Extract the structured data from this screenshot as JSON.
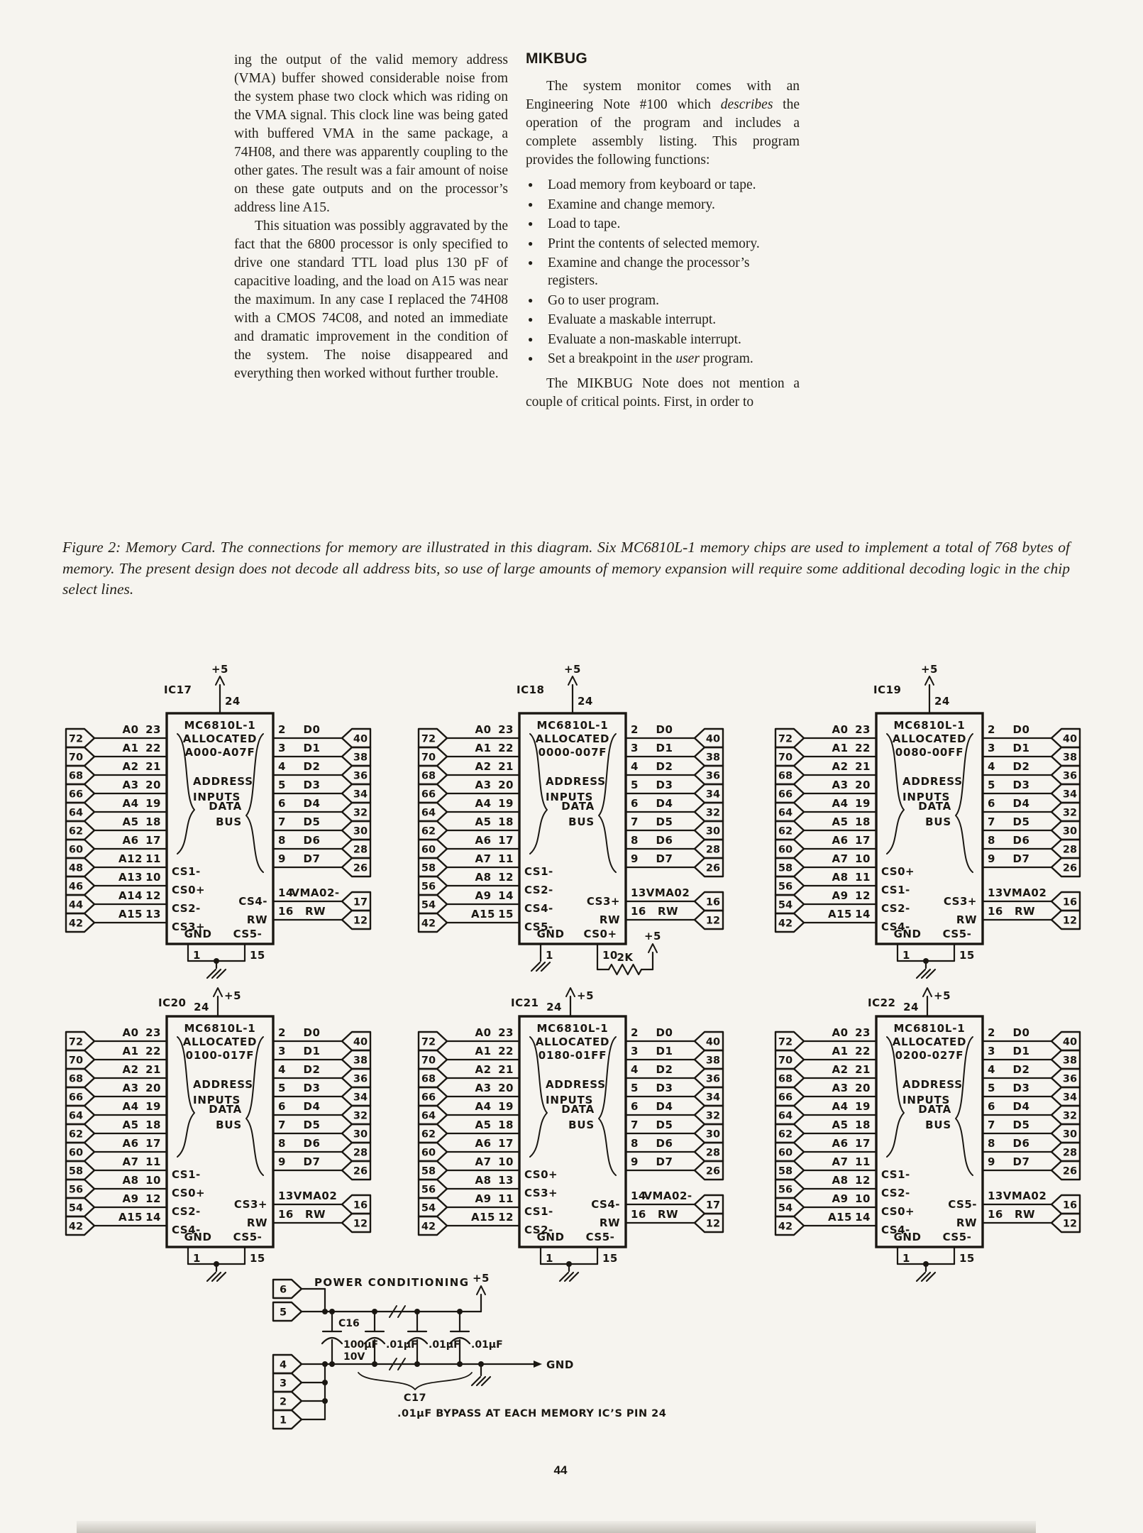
{
  "page": {
    "number": "44"
  },
  "article": {
    "left_column": {
      "para1": "ing the output of the valid memory address (VMA) buffer showed considerable noise from the system phase two clock which was riding on the VMA signal. This clock line was being gated with buffered VMA in the same package, a 74H08, and there was apparently coupling to the other gates. The result was a fair amount of noise on these gate outputs and on the processor’s address line A15.",
      "para2": "This situation was possibly aggravated by the fact that the 6800 processor is only specified to drive one standard TTL load plus 130 pF of capacitive loading, and the load on A15 was near the maximum. In any case I replaced the 74H08 with a CMOS 74C08, and noted an immediate and dramatic improvement in the condition of the system. The noise disappeared and everything then worked without further trouble."
    },
    "right_column": {
      "heading": "MIKBUG",
      "intro_pre": "The system monitor comes with an Engineering Note #100 which ",
      "intro_em": "describes",
      "intro_post": " the operation of the program and includes a complete assembly listing. This program provides the following functions:",
      "bullet_char": "●",
      "bullets": [
        {
          "pre": "Load memory from keyboard or tape.",
          "em": "",
          "post": ""
        },
        {
          "pre": "Examine and change memory.",
          "em": "",
          "post": ""
        },
        {
          "pre": "Load to tape.",
          "em": "",
          "post": ""
        },
        {
          "pre": "Print the contents of selected memory.",
          "em": "",
          "post": ""
        },
        {
          "pre": "Examine and change the processor’s registers.",
          "em": "",
          "post": ""
        },
        {
          "pre": "Go to user program.",
          "em": "",
          "post": ""
        },
        {
          "pre": "Evaluate a maskable interrupt.",
          "em": "",
          "post": ""
        },
        {
          "pre": "Evaluate a non-maskable interrupt.",
          "em": "",
          "post": ""
        },
        {
          "pre": "Set a breakpoint in the ",
          "em": "user",
          "post": " program."
        }
      ],
      "outro": "The MIKBUG Note does not mention a couple of critical points. First, in order to"
    }
  },
  "figure": {
    "caption": "Figure 2: Memory Card. The connections for memory are illustrated in this diagram. Six MC6810L-1 memory chips are used to implement a total of 768 bytes of memory. The present design does not decode all address bits, so use of large amounts of memory expansion will require some additional decoding logic in the chip select lines."
  },
  "schematic": {
    "address_label": [
      "ADDRESS",
      "INPUTS"
    ],
    "bus_label": [
      "DATA",
      "BUS"
    ],
    "chips": [
      {
        "id": "IC17",
        "title": [
          "MC6810L-1",
          "ALLOCATED",
          "A000-A07F"
        ],
        "top": {
          "rail": "+5",
          "pin": "24"
        },
        "left": [
          {
            "conn": "72",
            "sig": "A0",
            "pin": "23"
          },
          {
            "conn": "70",
            "sig": "A1",
            "pin": "22"
          },
          {
            "conn": "68",
            "sig": "A2",
            "pin": "21"
          },
          {
            "conn": "66",
            "sig": "A3",
            "pin": "20"
          },
          {
            "conn": "64",
            "sig": "A4",
            "pin": "19"
          },
          {
            "conn": "62",
            "sig": "A5",
            "pin": "18"
          },
          {
            "conn": "60",
            "sig": "A6",
            "pin": "17"
          },
          {
            "conn": "48",
            "sig": "A12",
            "pin": "11",
            "cs": "CS1-"
          },
          {
            "conn": "46",
            "sig": "A13",
            "pin": "10",
            "cs": "CS0+"
          },
          {
            "conn": "44",
            "sig": "A14",
            "pin": "12",
            "cs": "CS2-"
          },
          {
            "conn": "42",
            "sig": "A15",
            "pin": "13",
            "cs": "CS3+"
          }
        ],
        "data": [
          [
            "2",
            "D0",
            "40"
          ],
          [
            "3",
            "D1",
            "38"
          ],
          [
            "4",
            "D2",
            "36"
          ],
          [
            "5",
            "D3",
            "34"
          ],
          [
            "6",
            "D4",
            "32"
          ],
          [
            "7",
            "D5",
            "30"
          ],
          [
            "8",
            "D6",
            "28"
          ],
          [
            "9",
            "D7",
            "26"
          ]
        ],
        "ctrl": [
          {
            "cs": "CS4-",
            "pin": "14",
            "sig": "VMA02-",
            "conn": "17"
          },
          {
            "cs": "RW",
            "pin": "16",
            "sig": "RW",
            "conn": "12"
          }
        ],
        "bottom": {
          "type": "ground",
          "l": "GND",
          "lp": "1",
          "r": "CS5-",
          "rp": "15"
        }
      },
      {
        "id": "IC18",
        "title": [
          "MC6810L-1",
          "ALLOCATED",
          "0000-007F"
        ],
        "top": {
          "rail": "+5",
          "pin": "24"
        },
        "left": [
          {
            "conn": "72",
            "sig": "A0",
            "pin": "23"
          },
          {
            "conn": "70",
            "sig": "A1",
            "pin": "22"
          },
          {
            "conn": "68",
            "sig": "A2",
            "pin": "21"
          },
          {
            "conn": "66",
            "sig": "A3",
            "pin": "20"
          },
          {
            "conn": "64",
            "sig": "A4",
            "pin": "19"
          },
          {
            "conn": "62",
            "sig": "A5",
            "pin": "18"
          },
          {
            "conn": "60",
            "sig": "A6",
            "pin": "17"
          },
          {
            "conn": "58",
            "sig": "A7",
            "pin": "11",
            "cs": "CS1-"
          },
          {
            "conn": "56",
            "sig": "A8",
            "pin": "12",
            "cs": "CS2-"
          },
          {
            "conn": "54",
            "sig": "A9",
            "pin": "14",
            "cs": "CS4-"
          },
          {
            "conn": "42",
            "sig": "A15",
            "pin": "15",
            "cs": "CS5-"
          }
        ],
        "data": [
          [
            "2",
            "D0",
            "40"
          ],
          [
            "3",
            "D1",
            "38"
          ],
          [
            "4",
            "D2",
            "36"
          ],
          [
            "5",
            "D3",
            "34"
          ],
          [
            "6",
            "D4",
            "32"
          ],
          [
            "7",
            "D5",
            "30"
          ],
          [
            "8",
            "D6",
            "28"
          ],
          [
            "9",
            "D7",
            "26"
          ]
        ],
        "ctrl": [
          {
            "cs": "CS3+",
            "pin": "13",
            "sig": "VMA02",
            "conn": "16"
          },
          {
            "cs": "RW",
            "pin": "16",
            "sig": "RW",
            "conn": "12"
          }
        ],
        "bottom": {
          "type": "resistor",
          "l": "GND",
          "lp": "1",
          "r": "CS0+",
          "rp": "10",
          "res": "2K",
          "rail": "+5"
        }
      },
      {
        "id": "IC19",
        "title": [
          "MC6810L-1",
          "ALLOCATED",
          "0080-00FF"
        ],
        "top": {
          "rail": "+5",
          "pin": "24"
        },
        "left": [
          {
            "conn": "72",
            "sig": "A0",
            "pin": "23"
          },
          {
            "conn": "70",
            "sig": "A1",
            "pin": "22"
          },
          {
            "conn": "68",
            "sig": "A2",
            "pin": "21"
          },
          {
            "conn": "66",
            "sig": "A3",
            "pin": "20"
          },
          {
            "conn": "64",
            "sig": "A4",
            "pin": "19"
          },
          {
            "conn": "62",
            "sig": "A5",
            "pin": "18"
          },
          {
            "conn": "60",
            "sig": "A6",
            "pin": "17"
          },
          {
            "conn": "58",
            "sig": "A7",
            "pin": "10",
            "cs": "CS0+"
          },
          {
            "conn": "56",
            "sig": "A8",
            "pin": "11",
            "cs": "CS1-"
          },
          {
            "conn": "54",
            "sig": "A9",
            "pin": "12",
            "cs": "CS2-"
          },
          {
            "conn": "42",
            "sig": "A15",
            "pin": "14",
            "cs": "CS4-"
          }
        ],
        "data": [
          [
            "2",
            "D0",
            "40"
          ],
          [
            "3",
            "D1",
            "38"
          ],
          [
            "4",
            "D2",
            "36"
          ],
          [
            "5",
            "D3",
            "34"
          ],
          [
            "6",
            "D4",
            "32"
          ],
          [
            "7",
            "D5",
            "30"
          ],
          [
            "8",
            "D6",
            "28"
          ],
          [
            "9",
            "D7",
            "26"
          ]
        ],
        "ctrl": [
          {
            "cs": "CS3+",
            "pin": "13",
            "sig": "VMA02",
            "conn": "16"
          },
          {
            "cs": "RW",
            "pin": "16",
            "sig": "RW",
            "conn": "12"
          }
        ],
        "bottom": {
          "type": "ground",
          "l": "GND",
          "lp": "1",
          "r": "CS5-",
          "rp": "15"
        }
      },
      {
        "id": "IC20",
        "title": [
          "MC6810L-1",
          "ALLOCATED",
          "0100-017F"
        ],
        "top": {
          "rail": "+5",
          "pin": "24"
        },
        "left": [
          {
            "conn": "72",
            "sig": "A0",
            "pin": "23"
          },
          {
            "conn": "70",
            "sig": "A1",
            "pin": "22"
          },
          {
            "conn": "68",
            "sig": "A2",
            "pin": "21"
          },
          {
            "conn": "66",
            "sig": "A3",
            "pin": "20"
          },
          {
            "conn": "64",
            "sig": "A4",
            "pin": "19"
          },
          {
            "conn": "62",
            "sig": "A5",
            "pin": "18"
          },
          {
            "conn": "60",
            "sig": "A6",
            "pin": "17"
          },
          {
            "conn": "58",
            "sig": "A7",
            "pin": "11",
            "cs": "CS1-"
          },
          {
            "conn": "56",
            "sig": "A8",
            "pin": "10",
            "cs": "CS0+"
          },
          {
            "conn": "54",
            "sig": "A9",
            "pin": "12",
            "cs": "CS2-"
          },
          {
            "conn": "42",
            "sig": "A15",
            "pin": "14",
            "cs": "CS4-"
          }
        ],
        "data": [
          [
            "2",
            "D0",
            "40"
          ],
          [
            "3",
            "D1",
            "38"
          ],
          [
            "4",
            "D2",
            "36"
          ],
          [
            "5",
            "D3",
            "34"
          ],
          [
            "6",
            "D4",
            "32"
          ],
          [
            "7",
            "D5",
            "30"
          ],
          [
            "8",
            "D6",
            "28"
          ],
          [
            "9",
            "D7",
            "26"
          ]
        ],
        "ctrl": [
          {
            "cs": "CS3+",
            "pin": "13",
            "sig": "VMA02",
            "conn": "16"
          },
          {
            "cs": "RW",
            "pin": "16",
            "sig": "RW",
            "conn": "12"
          }
        ],
        "bottom": {
          "type": "ground",
          "l": "GND",
          "lp": "1",
          "r": "CS5-",
          "rp": "15"
        }
      },
      {
        "id": "IC21",
        "title": [
          "MC6810L-1",
          "ALLOCATED",
          "0180-01FF"
        ],
        "top": {
          "rail": "+5",
          "pin": "24"
        },
        "left": [
          {
            "conn": "72",
            "sig": "A0",
            "pin": "23"
          },
          {
            "conn": "70",
            "sig": "A1",
            "pin": "22"
          },
          {
            "conn": "68",
            "sig": "A2",
            "pin": "21"
          },
          {
            "conn": "66",
            "sig": "A3",
            "pin": "20"
          },
          {
            "conn": "64",
            "sig": "A4",
            "pin": "19"
          },
          {
            "conn": "62",
            "sig": "A5",
            "pin": "18"
          },
          {
            "conn": "60",
            "sig": "A6",
            "pin": "17"
          },
          {
            "conn": "58",
            "sig": "A7",
            "pin": "10",
            "cs": "CS0+"
          },
          {
            "conn": "56",
            "sig": "A8",
            "pin": "13",
            "cs": "CS3+"
          },
          {
            "conn": "54",
            "sig": "A9",
            "pin": "11",
            "cs": "CS1-"
          },
          {
            "conn": "42",
            "sig": "A15",
            "pin": "12",
            "cs": "CS2-"
          }
        ],
        "data": [
          [
            "2",
            "D0",
            "40"
          ],
          [
            "3",
            "D1",
            "38"
          ],
          [
            "4",
            "D2",
            "36"
          ],
          [
            "5",
            "D3",
            "34"
          ],
          [
            "6",
            "D4",
            "32"
          ],
          [
            "7",
            "D5",
            "30"
          ],
          [
            "8",
            "D6",
            "28"
          ],
          [
            "9",
            "D7",
            "26"
          ]
        ],
        "ctrl": [
          {
            "cs": "CS4-",
            "pin": "14",
            "sig": "VMA02-",
            "conn": "17"
          },
          {
            "cs": "RW",
            "pin": "16",
            "sig": "RW",
            "conn": "12"
          }
        ],
        "bottom": {
          "type": "ground",
          "l": "GND",
          "lp": "1",
          "r": "CS5-",
          "rp": "15"
        }
      },
      {
        "id": "IC22",
        "title": [
          "MC6810L-1",
          "ALLOCATED",
          "0200-027F"
        ],
        "top": {
          "rail": "+5",
          "pin": "24"
        },
        "left": [
          {
            "conn": "72",
            "sig": "A0",
            "pin": "23"
          },
          {
            "conn": "70",
            "sig": "A1",
            "pin": "22"
          },
          {
            "conn": "68",
            "sig": "A2",
            "pin": "21"
          },
          {
            "conn": "66",
            "sig": "A3",
            "pin": "20"
          },
          {
            "conn": "64",
            "sig": "A4",
            "pin": "19"
          },
          {
            "conn": "62",
            "sig": "A5",
            "pin": "18"
          },
          {
            "conn": "60",
            "sig": "A6",
            "pin": "17"
          },
          {
            "conn": "58",
            "sig": "A7",
            "pin": "11",
            "cs": "CS1-"
          },
          {
            "conn": "56",
            "sig": "A8",
            "pin": "12",
            "cs": "CS2-"
          },
          {
            "conn": "54",
            "sig": "A9",
            "pin": "10",
            "cs": "CS0+"
          },
          {
            "conn": "42",
            "sig": "A15",
            "pin": "14",
            "cs": "CS4-"
          }
        ],
        "data": [
          [
            "2",
            "D0",
            "40"
          ],
          [
            "3",
            "D1",
            "38"
          ],
          [
            "4",
            "D2",
            "36"
          ],
          [
            "5",
            "D3",
            "34"
          ],
          [
            "6",
            "D4",
            "32"
          ],
          [
            "7",
            "D5",
            "30"
          ],
          [
            "8",
            "D6",
            "28"
          ],
          [
            "9",
            "D7",
            "26"
          ]
        ],
        "ctrl": [
          {
            "cs": "CS5-",
            "pin": "13",
            "sig": "VMA02",
            "conn": "16"
          },
          {
            "cs": "RW",
            "pin": "16",
            "sig": "RW",
            "conn": "12"
          }
        ],
        "bottom": {
          "type": "ground",
          "l": "GND",
          "lp": "1",
          "r": "CS5-",
          "rp": "15"
        }
      }
    ],
    "power": {
      "label": "POWER CONDITIONING",
      "plus5": "+5",
      "gnd": "GND",
      "c16": {
        "name": "C16",
        "value": "100µF",
        "voltage": "10V"
      },
      "bypass": [
        ".01µF",
        ".01µF",
        ".01µF"
      ],
      "c17_name": "C17",
      "c17_note": ".01µF BYPASS AT EACH MEMORY IC’S PIN 24",
      "top_connectors": [
        "6",
        "5"
      ],
      "bottom_connectors": [
        "4",
        "3",
        "2",
        "1"
      ]
    }
  }
}
